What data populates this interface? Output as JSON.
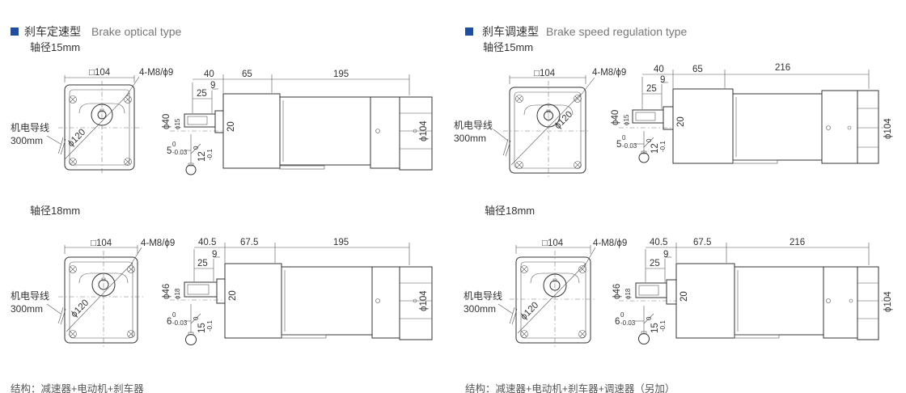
{
  "colors": {
    "bullet": "#1f4e9e",
    "line": "#333333",
    "text": "#333333"
  },
  "sections": [
    {
      "title_cn": "刹车定速型",
      "title_en": "Brake optical type",
      "footer": "结构：减速器+电动机+刹车器",
      "variants": [
        {
          "shaft": "轴径15mm",
          "square": "□104",
          "bolt": "4-M8/ϕ9",
          "circle": "ϕ120",
          "d1": "40",
          "d2": "65",
          "d3": "195",
          "d25": "25",
          "d9": "9",
          "pilot": "ϕ40",
          "shaft_d": "ϕ15",
          "d20": "20",
          "body_d": "ϕ104",
          "key_w": "5",
          "key_w_tol": "-0.03",
          "key_h": "12",
          "key_h_tol": "-0.1",
          "tol0": "0",
          "wire": "机电导线",
          "wire_len": "300mm"
        },
        {
          "shaft": "轴径18mm",
          "square": "□104",
          "bolt": "4-M8/ϕ9",
          "circle": "ϕ120",
          "d1": "40.5",
          "d2": "67.5",
          "d3": "195",
          "d25": "25",
          "d9": "9",
          "pilot": "ϕ46",
          "shaft_d": "ϕ18",
          "d20": "20",
          "body_d": "ϕ104",
          "key_w": "6",
          "key_w_tol": "-0.03",
          "key_h": "15",
          "key_h_tol": "-0.1",
          "tol0": "0",
          "wire": "机电导线",
          "wire_len": "300mm"
        }
      ]
    },
    {
      "title_cn": "刹车调速型",
      "title_en": "Brake speed regulation type",
      "footer": "结构：减速器+电动机+刹车器+调速器（另加）",
      "variants": [
        {
          "shaft": "轴径15mm",
          "square": "□104",
          "bolt": "4-M8/ϕ9",
          "circle": "ϕ120",
          "d1": "40",
          "d2": "65",
          "d3": "216",
          "d25": "25",
          "d9": "9",
          "pilot": "ϕ40",
          "shaft_d": "ϕ15",
          "d20": "20",
          "body_d": "ϕ104",
          "key_w": "5",
          "key_w_tol": "-0.03",
          "key_h": "12",
          "key_h_tol": "-0.1",
          "tol0": "0",
          "wire": "机电导线",
          "wire_len": "300mm"
        },
        {
          "shaft": "轴径18mm",
          "square": "□104",
          "bolt": "4-M8/ϕ9",
          "circle": "ϕ120",
          "d1": "40.5",
          "d2": "67.5",
          "d3": "216",
          "d25": "25",
          "d9": "9",
          "pilot": "ϕ46",
          "shaft_d": "ϕ18",
          "d20": "20",
          "body_d": "ϕ104",
          "key_w": "6",
          "key_w_tol": "-0.03",
          "key_h": "15",
          "key_h_tol": "-0.1",
          "tol0": "0",
          "wire": "机电导线",
          "wire_len": "300mm"
        }
      ]
    }
  ]
}
